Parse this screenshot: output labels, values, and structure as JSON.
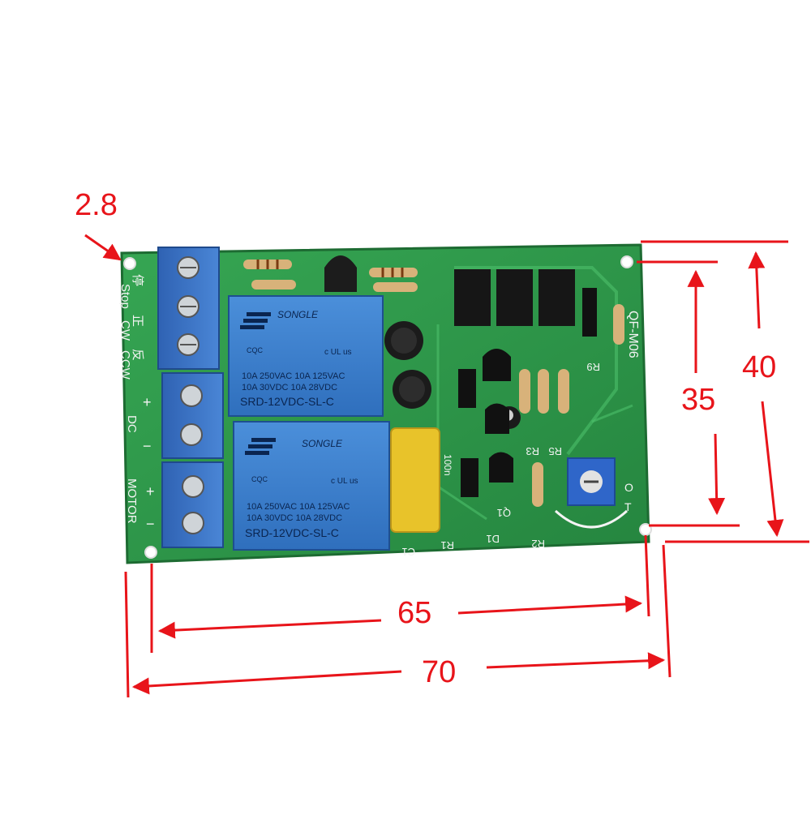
{
  "dimensions": {
    "hole_diameter": "2.8",
    "hole_spacing_height": "35",
    "board_height": "40",
    "hole_spacing_width": "65",
    "board_width": "70"
  },
  "board": {
    "model": "QF-M06",
    "terminal_labels": [
      "Stop",
      "CW",
      "CCW",
      "DC",
      "MOTOR"
    ],
    "terminal_labels_cn": [
      "停",
      "正",
      "反"
    ],
    "polarity": [
      "+",
      "−",
      "+",
      "−"
    ],
    "component_labels": [
      "R9",
      "R3",
      "R5",
      "R1",
      "D1",
      "Q1",
      "R2",
      "C1",
      "100n"
    ],
    "trimmer_marks": [
      "T",
      "O"
    ],
    "relays": [
      {
        "brand": "SONGLE",
        "rating_1": "10A 250VAC  10A 125VAC",
        "rating_2": "10A  30VDC  10A  28VDC",
        "model": "SRD-12VDC-SL-C",
        "cert_left": "CQC",
        "cert_right": "c UL us"
      },
      {
        "brand": "SONGLE",
        "rating_1": "10A 250VAC  10A 125VAC",
        "rating_2": "10A  30VDC  10A  28VDC",
        "model": "SRD-12VDC-SL-C",
        "cert_left": "CQC",
        "cert_right": "c UL us"
      }
    ]
  },
  "colors": {
    "pcb": "#2e9a4a",
    "terminal": "#3a6fc4",
    "relay": "#3f82cf",
    "annotation": "#e8141a"
  }
}
